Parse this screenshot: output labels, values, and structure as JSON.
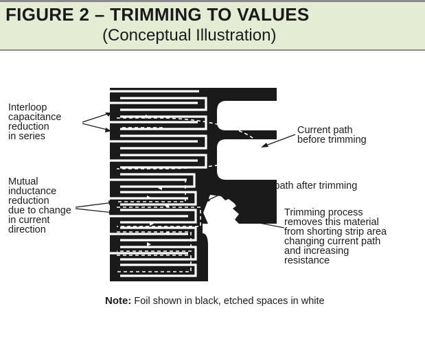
{
  "figure": {
    "title": "FIGURE 2 – TRIMMING TO VALUES",
    "subtitle": "(Conceptual Illustration)"
  },
  "labels": {
    "interloop": "Interloop\ncapacitance\nreduction\nin series",
    "current_before": "Current path\nbefore trimming",
    "mutual": "Mutual\ninductance\nreduction\ndue to change\nin current\ndirection",
    "current_after": "Current path after trimming",
    "trimming": "Trimming process\nremoves this material\nfrom shorting strip area\nchanging current path\nand increasing\nresistance"
  },
  "note": {
    "prefix": "Note:",
    "text": " Foil shown in black, etched spaces in white"
  },
  "colors": {
    "foil": "#1a1a1a",
    "banner_bg": "#e4edd3",
    "banner_rule": "#8a8a8a"
  }
}
